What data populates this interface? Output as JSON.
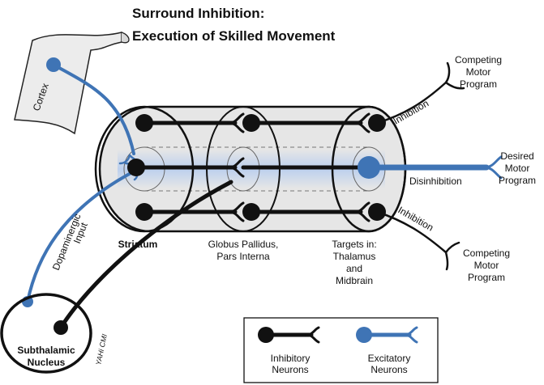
{
  "title_line1": "Surround Inhibition:",
  "title_line2": "Execution of Skilled Movement",
  "labels": {
    "cortex": "Cortex",
    "striatum": "Striatum",
    "gp_line1": "Globus Pallidus,",
    "gp_line2": "Pars Interna",
    "targets_line1": "Targets in:",
    "targets_line2": "Thalamus",
    "targets_line3": "and",
    "targets_line4": "Midbrain",
    "stn_line1": "Subthalamic",
    "stn_line2": "Nucleus",
    "dopa_line1": "Dopaminergic",
    "dopa_line2": "Input",
    "inhibition_top": "Inhibition",
    "inhibition_bottom": "Inhibition",
    "disinhibition": "Disinhibition",
    "competing_top_1": "Competing",
    "competing_top_2": "Motor",
    "competing_top_3": "Program",
    "desired_1": "Desired",
    "desired_2": "Motor",
    "desired_3": "Program",
    "competing_bottom_1": "Competing",
    "competing_bottom_2": "Motor",
    "competing_bottom_3": "Program",
    "signature": "YAHi CMI"
  },
  "legend": {
    "inhibitory_line1": "Inhibitory",
    "inhibitory_line2": "Neurons",
    "excitatory_line1": "Excitatory",
    "excitatory_line2": "Neurons"
  },
  "colors": {
    "inhibitory": "#111111",
    "excitatory": "#3f74b5",
    "glow": "#bcd0ee",
    "cylinder_fill": "#e6e6e6"
  }
}
